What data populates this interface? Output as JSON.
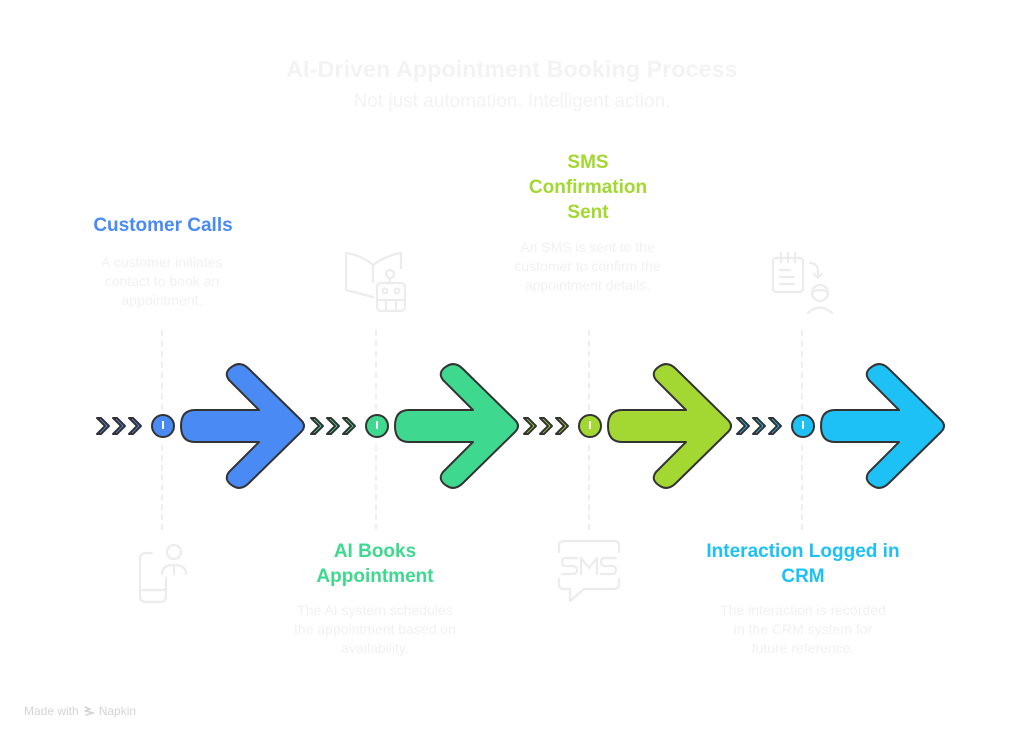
{
  "header": {
    "title": "AI-Driven Appointment Booking Process",
    "subtitle": "Not just automation. Intelligent action."
  },
  "steps": [
    {
      "title": "Customer Calls",
      "description": "A customer initiates contact to book an appointment.",
      "color": "#4a8af4",
      "icon": "phone-user-icon",
      "label_position": "top"
    },
    {
      "title": "AI Books Appointment",
      "description": "The AI system schedules the appointment based on availability.",
      "color": "#3ed98f",
      "icon": "book-robot-icon",
      "label_position": "bottom"
    },
    {
      "title": "SMS Confirmation Sent",
      "description": "An SMS is sent to the customer to confirm the appointment details.",
      "color": "#a3d832",
      "icon": "sms-bubble-icon",
      "label_position": "top"
    },
    {
      "title": "Interaction Logged in CRM",
      "description": "The interaction is recorded in the CRM system for future reference.",
      "color": "#1ec1f5",
      "icon": "notepad-user-icon",
      "label_position": "bottom"
    }
  ],
  "footer": {
    "made_with": "Made with",
    "brand": "Napkin"
  }
}
